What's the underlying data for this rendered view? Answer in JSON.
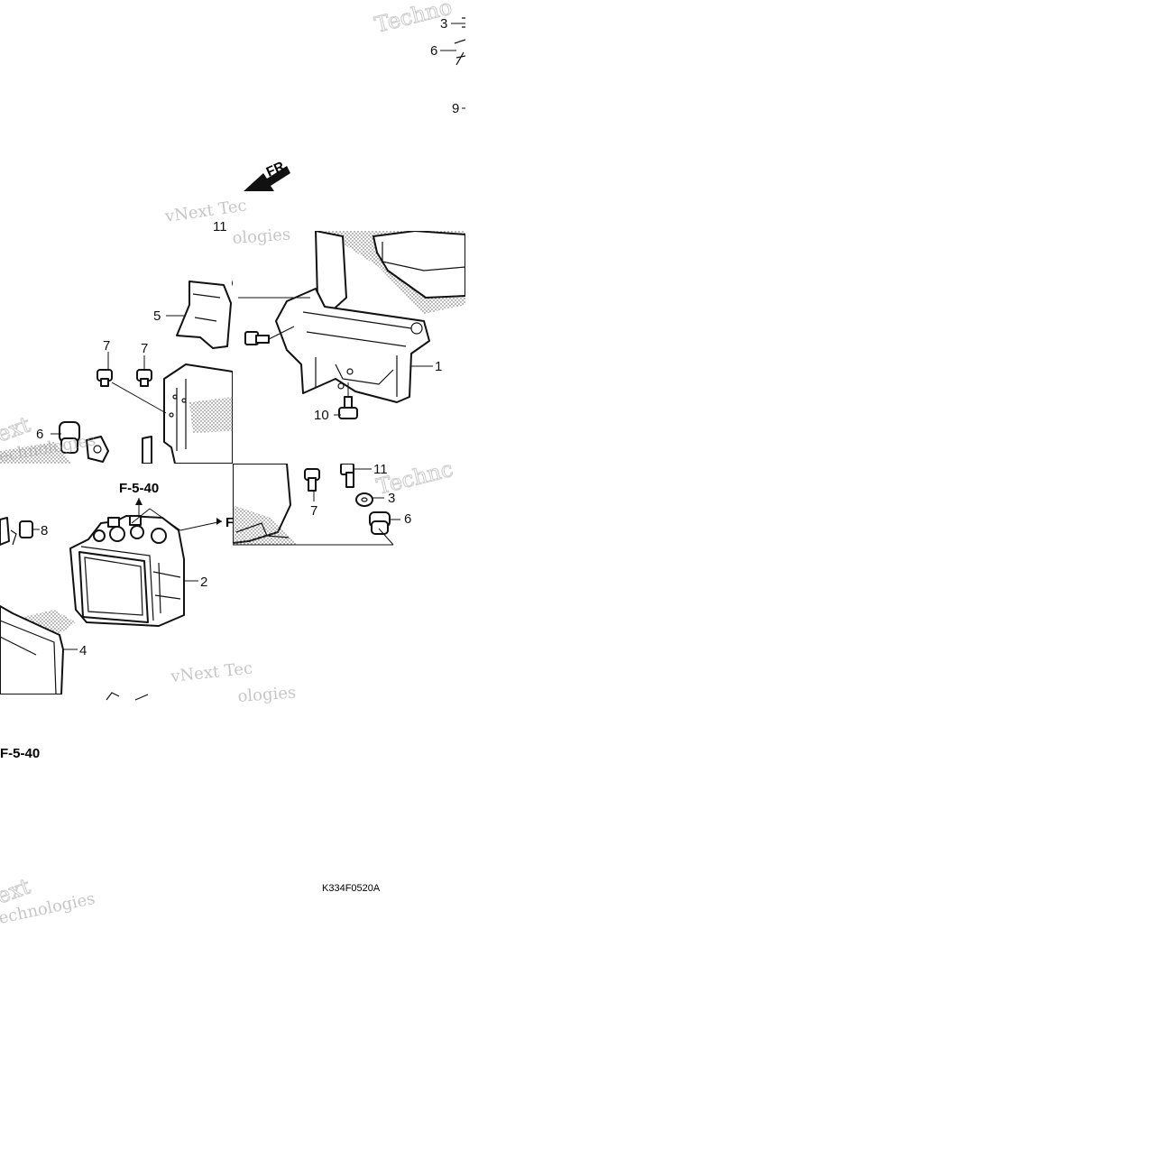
{
  "direction_label": "FR.",
  "reference_labels": [
    "F-5-40",
    "F-5-40",
    "F"
  ],
  "figure_code": "K334F0520A",
  "watermarks": [
    "Techno",
    "vNext Tec",
    "ologies",
    "ext",
    "echnologies",
    "Technc",
    "vNext Tec",
    "ologies",
    "ext",
    "echnologies"
  ],
  "callouts": {
    "c3_top": "3",
    "c6_top": "6",
    "c9_top": "9",
    "c11_upper": "11",
    "c5": "5",
    "c7_a": "7",
    "c7_b": "7",
    "c1": "1",
    "c10": "10",
    "c6_left": "6",
    "c11_lower": "11",
    "c3_lower": "3",
    "c7_lower": "7",
    "c6_lower": "6",
    "c8": "8",
    "c2": "2",
    "c4": "4"
  },
  "icons": {
    "direction_arrow": "fr-arrow-icon"
  }
}
